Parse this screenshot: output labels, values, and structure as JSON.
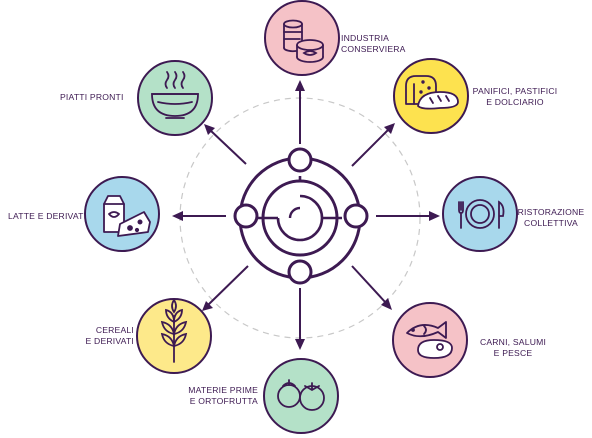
{
  "sectors": [
    {
      "id": "conserviera",
      "lines": [
        "INDUSTRIA",
        "CONSERVIERA"
      ],
      "color": "#f5c2c7",
      "icon": "cans-icon"
    },
    {
      "id": "panifici",
      "lines": [
        "PANIFICI, PASTIFICI",
        "E DOLCIARIO"
      ],
      "color": "#fde24f",
      "icon": "bread-icon"
    },
    {
      "id": "ristorazione",
      "lines": [
        "RISTORAZIONE",
        "COLLETTIVA"
      ],
      "color": "#a8d8ec",
      "icon": "plate-cutlery-icon"
    },
    {
      "id": "carni",
      "lines": [
        "CARNI, SALUMI",
        "E PESCE"
      ],
      "color": "#f5c2c7",
      "icon": "fish-steak-icon"
    },
    {
      "id": "ortofrutta",
      "lines": [
        "MATERIE PRIME",
        "E ORTOFRUTTA"
      ],
      "color": "#b4e1c8",
      "icon": "tomato-icon"
    },
    {
      "id": "cereali",
      "lines": [
        "CEREALI",
        "E DERIVATI"
      ],
      "color": "#fde98a",
      "icon": "wheat-icon"
    },
    {
      "id": "latte",
      "lines": [
        "LATTE E DERIVATI"
      ],
      "color": "#a8d8ec",
      "icon": "milk-cheese-icon"
    },
    {
      "id": "piatti",
      "lines": [
        "PIATTI PRONTI"
      ],
      "color": "#b4e1c8",
      "icon": "soup-bowl-icon"
    }
  ],
  "colors": {
    "ink": "#3d1a52",
    "dash": "#c8c8c8"
  }
}
